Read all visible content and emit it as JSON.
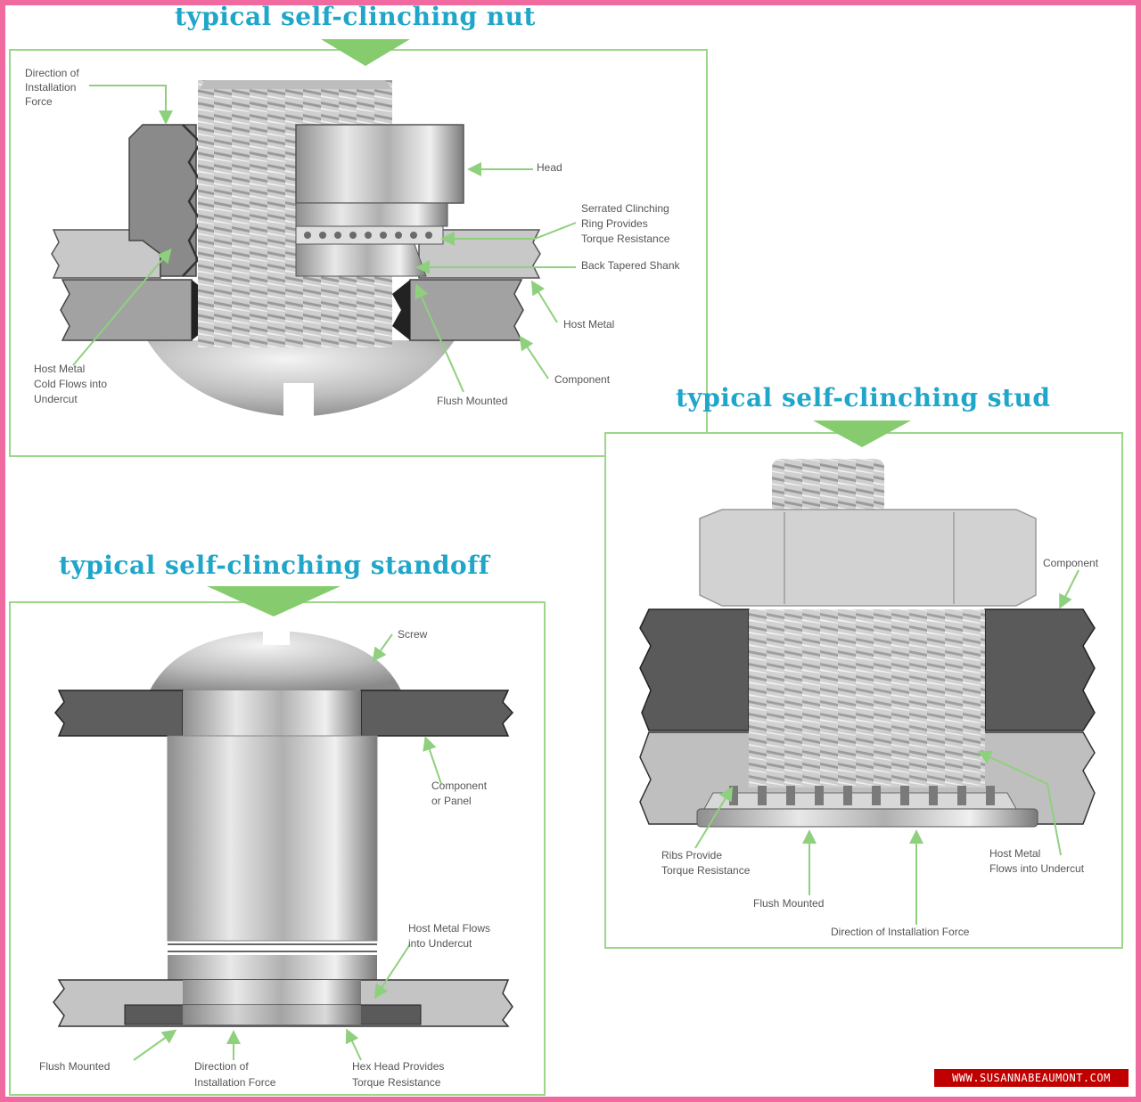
{
  "nut": {
    "title": "typical self-clinching nut",
    "labels": {
      "force_1": "Direction of",
      "force_2": "Installation",
      "force_3": "Force",
      "head": "Head",
      "ring_1": "Serrated Clinching",
      "ring_2": "Ring Provides",
      "ring_3": "Torque Resistance",
      "shank": "Back Tapered Shank",
      "host": "Host Metal",
      "component": "Component",
      "flush": "Flush Mounted",
      "cold_1": "Host Metal",
      "cold_2": "Cold Flows into",
      "cold_3": "Undercut"
    }
  },
  "stud": {
    "title": "typical self-clinching stud",
    "labels": {
      "component": "Component",
      "ribs_1": "Ribs Provide",
      "ribs_2": "Torque Resistance",
      "flush": "Flush Mounted",
      "force": "Direction of Installation Force",
      "host_1": "Host Metal",
      "host_2": "Flows into Undercut"
    }
  },
  "standoff": {
    "title": "typical self-clinching standoff",
    "labels": {
      "screw": "Screw",
      "component_1": "Component",
      "component_2": "or Panel",
      "host_1": "Host Metal Flows",
      "host_2": "into Undercut",
      "flush": "Flush Mounted",
      "force_1": "Direction of",
      "force_2": "Installation Force",
      "hex_1": "Hex Head Provides",
      "hex_2": "Torque Resistance"
    }
  },
  "watermark": "WWW.SUSANNABEAUMONT.COM",
  "colors": {
    "frame": "#f06aa0",
    "title": "#1fa6c9",
    "panel_border": "#9bd68a",
    "arrow": "#9bd68a",
    "watermark_bg": "#c00000"
  }
}
